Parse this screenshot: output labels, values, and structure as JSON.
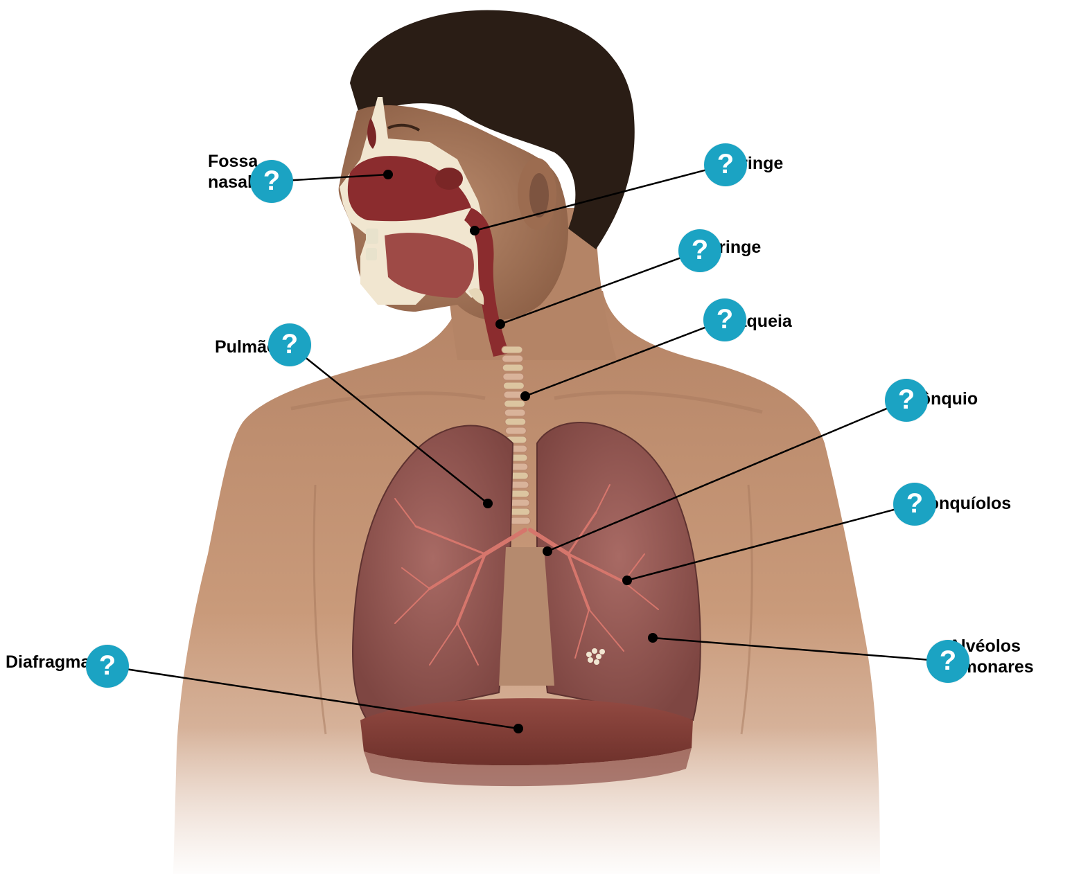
{
  "diagram": {
    "labels": {
      "fossa_nasal": "Fossa\nnasal",
      "faringe": "Faringe",
      "laringe": "Laringe",
      "traqueia": "Traqueia",
      "pulmao": "Pulmão",
      "bronquio": "Brônquio",
      "bronquiolos": "Bronquíolos",
      "alveolos": "Alvéolos\npulmonares",
      "diafragma": "Diafragma"
    },
    "hint_glyph": "?",
    "hint_icon": "question-mark-icon",
    "colors": {
      "hint_button": "#1ba3c3",
      "hint_glyph": "#ffffff",
      "leader_line": "#000000",
      "label_text": "#000000",
      "skin": "#c89676",
      "hair": "#2a1d15",
      "lung": "#9a5a56",
      "airway": "#8b2c2e",
      "trachea_ring": "#dcc5a0",
      "diaphragm": "#7e3a34"
    }
  }
}
